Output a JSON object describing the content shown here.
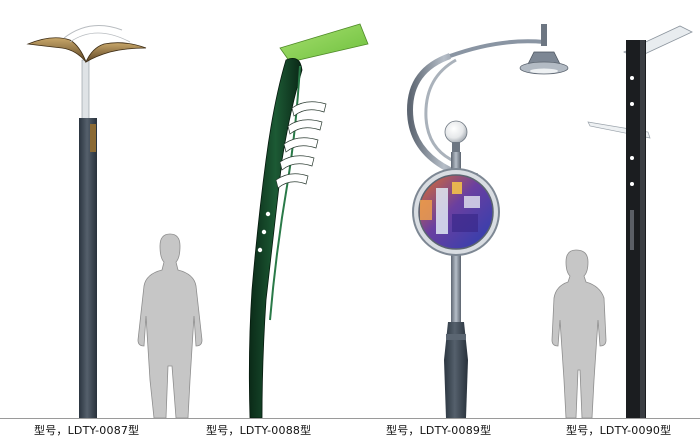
{
  "products": [
    {
      "caption": "型号，LDTY-0087型",
      "lamp_icon": "wing-roof-lamp-icon"
    },
    {
      "caption": "型号，LDTY-0088型",
      "lamp_icon": "curved-leaf-lamp-icon"
    },
    {
      "caption": "型号，LDTY-0089型",
      "lamp_icon": "hook-arm-advertising-lamp-icon"
    },
    {
      "caption": "型号，LDTY-0090型",
      "lamp_icon": "solar-panel-pillar-lamp-icon"
    }
  ],
  "colors": {
    "pole_dark": "#3a4652",
    "leaf_green": "#0f3a22",
    "panel_green": "#8ed45a",
    "silver": "#8a95a3",
    "silhouette": "#c8c8c8",
    "wing_brown": "#7a6036",
    "pillar_black": "#1a1a1a"
  }
}
